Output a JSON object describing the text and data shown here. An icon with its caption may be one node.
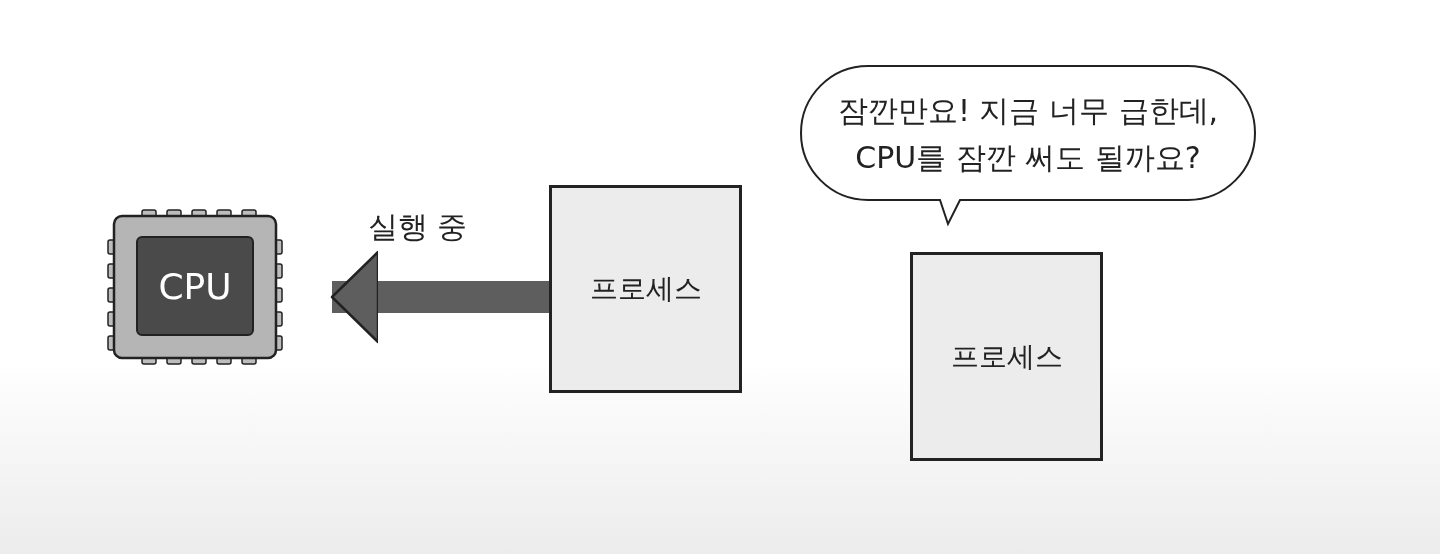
{
  "diagram": {
    "nodes": [
      {
        "text": [
          "CPU"
        ]
      },
      {
        "text": [
          "프로세스"
        ]
      },
      {
        "text": [
          "잠깐만요! 지금 너무 급한데, CPU를 잠깐 써도 될까요?"
        ]
      },
      {
        "text": [
          "프로세스"
        ]
      }
    ],
    "edges": [
      {
        "from": 1,
        "to": 0,
        "arrow": "to",
        "label": "실행 중"
      }
    ]
  }
}
